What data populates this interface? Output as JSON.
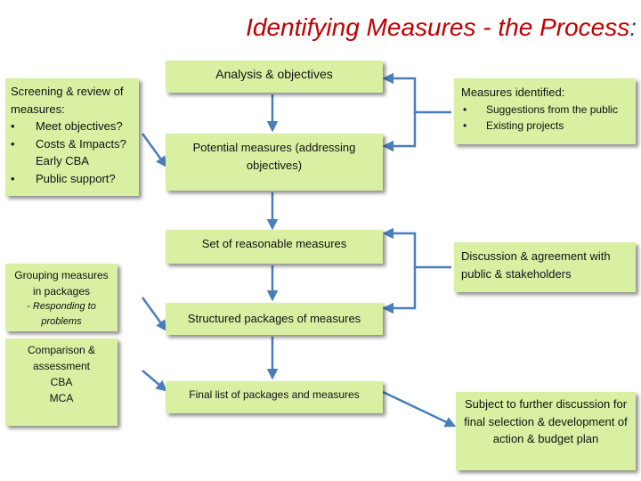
{
  "title": {
    "text": "Identifying Measures - the Process",
    "colon": ":"
  },
  "center": {
    "analysis": "Analysis & objectives",
    "potential": "Potential measures (addressing objectives)",
    "reasonable": "Set of reasonable measures",
    "structured": "Structured packages of measures",
    "final": "Final list of packages and measures"
  },
  "left": {
    "screening": {
      "heading": "Screening & review of measures:",
      "items": [
        "Meet objectives?",
        "Costs & Impacts? Early CBA",
        "Public support?"
      ]
    },
    "grouping": {
      "heading": "Grouping measures in packages",
      "sub": "- Responding to problems"
    },
    "comparison": {
      "lines": [
        "Comparison &",
        "assessment",
        "CBA",
        "MCA"
      ]
    }
  },
  "right": {
    "identified": {
      "heading": "Measures identified:",
      "items": [
        "Suggestions from the public",
        "Existing projects"
      ]
    },
    "discussion": "Discussion & agreement with public & stakeholders",
    "subject": "Subject to further discussion for final selection & development of action & budget plan"
  },
  "colors": {
    "box_fill": "#d9f0a3",
    "arrow": "#4a7ebb",
    "title": "#c00000"
  }
}
